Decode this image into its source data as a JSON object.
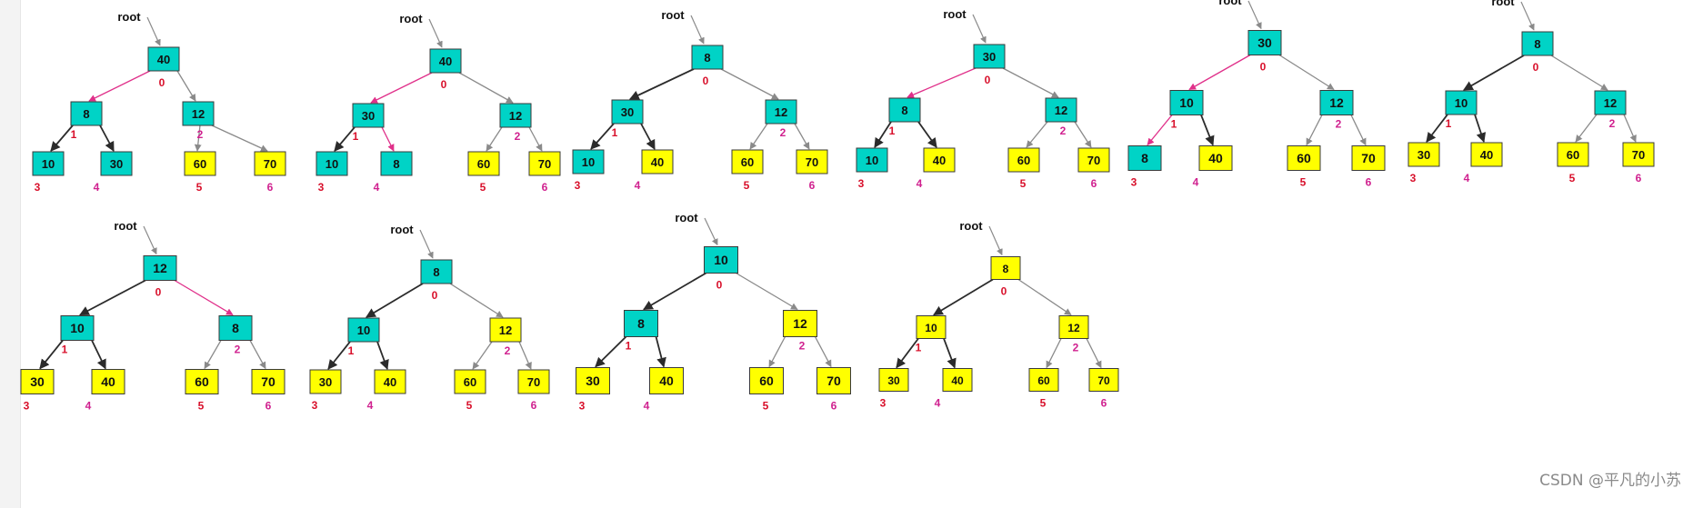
{
  "root_label": "root",
  "colors": {
    "cyan": "#00d3c6",
    "yellow": "#ffff00",
    "edge_dark": "#2b2b2b",
    "edge_gray": "#8a8a8a",
    "edge_pink": "#e0308a",
    "index_red": "#d8102b",
    "index_magenta": "#d0218f"
  },
  "watermark": "CSDN @平凡的小苏",
  "steps": [
    {
      "nodes": [
        {
          "value": "40",
          "index": "0",
          "color": "cyan"
        },
        {
          "value": "8",
          "index": "1",
          "color": "cyan"
        },
        {
          "value": "12",
          "index": "2",
          "color": "cyan"
        },
        {
          "value": "10",
          "index": "3",
          "color": "cyan"
        },
        {
          "value": "30",
          "index": "4",
          "color": "cyan"
        },
        {
          "value": "60",
          "index": "5",
          "color": "yellow"
        },
        {
          "value": "70",
          "index": "6",
          "color": "yellow"
        }
      ]
    },
    {
      "nodes": [
        {
          "value": "40",
          "index": "0",
          "color": "cyan"
        },
        {
          "value": "30",
          "index": "1",
          "color": "cyan"
        },
        {
          "value": "12",
          "index": "2",
          "color": "cyan"
        },
        {
          "value": "10",
          "index": "3",
          "color": "cyan"
        },
        {
          "value": "8",
          "index": "4",
          "color": "cyan"
        },
        {
          "value": "60",
          "index": "5",
          "color": "yellow"
        },
        {
          "value": "70",
          "index": "6",
          "color": "yellow"
        }
      ]
    },
    {
      "nodes": [
        {
          "value": "8",
          "index": "0",
          "color": "cyan"
        },
        {
          "value": "30",
          "index": "1",
          "color": "cyan"
        },
        {
          "value": "12",
          "index": "2",
          "color": "cyan"
        },
        {
          "value": "10",
          "index": "3",
          "color": "cyan"
        },
        {
          "value": "40",
          "index": "4",
          "color": "yellow"
        },
        {
          "value": "60",
          "index": "5",
          "color": "yellow"
        },
        {
          "value": "70",
          "index": "6",
          "color": "yellow"
        }
      ]
    },
    {
      "nodes": [
        {
          "value": "30",
          "index": "0",
          "color": "cyan"
        },
        {
          "value": "8",
          "index": "1",
          "color": "cyan"
        },
        {
          "value": "12",
          "index": "2",
          "color": "cyan"
        },
        {
          "value": "10",
          "index": "3",
          "color": "cyan"
        },
        {
          "value": "40",
          "index": "4",
          "color": "yellow"
        },
        {
          "value": "60",
          "index": "5",
          "color": "yellow"
        },
        {
          "value": "70",
          "index": "6",
          "color": "yellow"
        }
      ]
    },
    {
      "nodes": [
        {
          "value": "30",
          "index": "0",
          "color": "cyan"
        },
        {
          "value": "10",
          "index": "1",
          "color": "cyan"
        },
        {
          "value": "12",
          "index": "2",
          "color": "cyan"
        },
        {
          "value": "8",
          "index": "3",
          "color": "cyan"
        },
        {
          "value": "40",
          "index": "4",
          "color": "yellow"
        },
        {
          "value": "60",
          "index": "5",
          "color": "yellow"
        },
        {
          "value": "70",
          "index": "6",
          "color": "yellow"
        }
      ]
    },
    {
      "nodes": [
        {
          "value": "8",
          "index": "0",
          "color": "cyan"
        },
        {
          "value": "10",
          "index": "1",
          "color": "cyan"
        },
        {
          "value": "12",
          "index": "2",
          "color": "cyan"
        },
        {
          "value": "30",
          "index": "3",
          "color": "yellow"
        },
        {
          "value": "40",
          "index": "4",
          "color": "yellow"
        },
        {
          "value": "60",
          "index": "5",
          "color": "yellow"
        },
        {
          "value": "70",
          "index": "6",
          "color": "yellow"
        }
      ]
    },
    {
      "nodes": [
        {
          "value": "12",
          "index": "0",
          "color": "cyan"
        },
        {
          "value": "10",
          "index": "1",
          "color": "cyan"
        },
        {
          "value": "8",
          "index": "2",
          "color": "cyan"
        },
        {
          "value": "30",
          "index": "3",
          "color": "yellow"
        },
        {
          "value": "40",
          "index": "4",
          "color": "yellow"
        },
        {
          "value": "60",
          "index": "5",
          "color": "yellow"
        },
        {
          "value": "70",
          "index": "6",
          "color": "yellow"
        }
      ]
    },
    {
      "nodes": [
        {
          "value": "8",
          "index": "0",
          "color": "cyan"
        },
        {
          "value": "10",
          "index": "1",
          "color": "cyan"
        },
        {
          "value": "12",
          "index": "2",
          "color": "yellow"
        },
        {
          "value": "30",
          "index": "3",
          "color": "yellow"
        },
        {
          "value": "40",
          "index": "4",
          "color": "yellow"
        },
        {
          "value": "60",
          "index": "5",
          "color": "yellow"
        },
        {
          "value": "70",
          "index": "6",
          "color": "yellow"
        }
      ]
    },
    {
      "nodes": [
        {
          "value": "10",
          "index": "0",
          "color": "cyan"
        },
        {
          "value": "8",
          "index": "1",
          "color": "cyan"
        },
        {
          "value": "12",
          "index": "2",
          "color": "yellow"
        },
        {
          "value": "30",
          "index": "3",
          "color": "yellow"
        },
        {
          "value": "40",
          "index": "4",
          "color": "yellow"
        },
        {
          "value": "60",
          "index": "5",
          "color": "yellow"
        },
        {
          "value": "70",
          "index": "6",
          "color": "yellow"
        }
      ]
    },
    {
      "nodes": [
        {
          "value": "8",
          "index": "0",
          "color": "yellow"
        },
        {
          "value": "10",
          "index": "1",
          "color": "yellow"
        },
        {
          "value": "12",
          "index": "2",
          "color": "yellow"
        },
        {
          "value": "30",
          "index": "3",
          "color": "yellow"
        },
        {
          "value": "40",
          "index": "4",
          "color": "yellow"
        },
        {
          "value": "60",
          "index": "5",
          "color": "yellow"
        },
        {
          "value": "70",
          "index": "6",
          "color": "yellow"
        }
      ]
    }
  ]
}
